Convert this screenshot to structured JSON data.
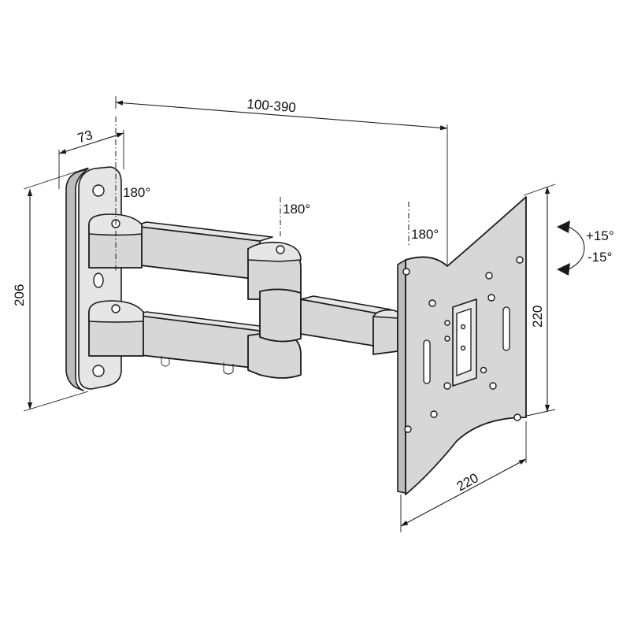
{
  "dimensions": {
    "depth": "73",
    "reach": "100-390",
    "wall_plate_height": "206",
    "plate_height": "220",
    "plate_width": "220"
  },
  "rotations": {
    "wall_pivot": "180°",
    "arm_pivot": "180°",
    "plate_pivot": "180°"
  },
  "tilt": {
    "up": "+15°",
    "down": "-15°"
  }
}
